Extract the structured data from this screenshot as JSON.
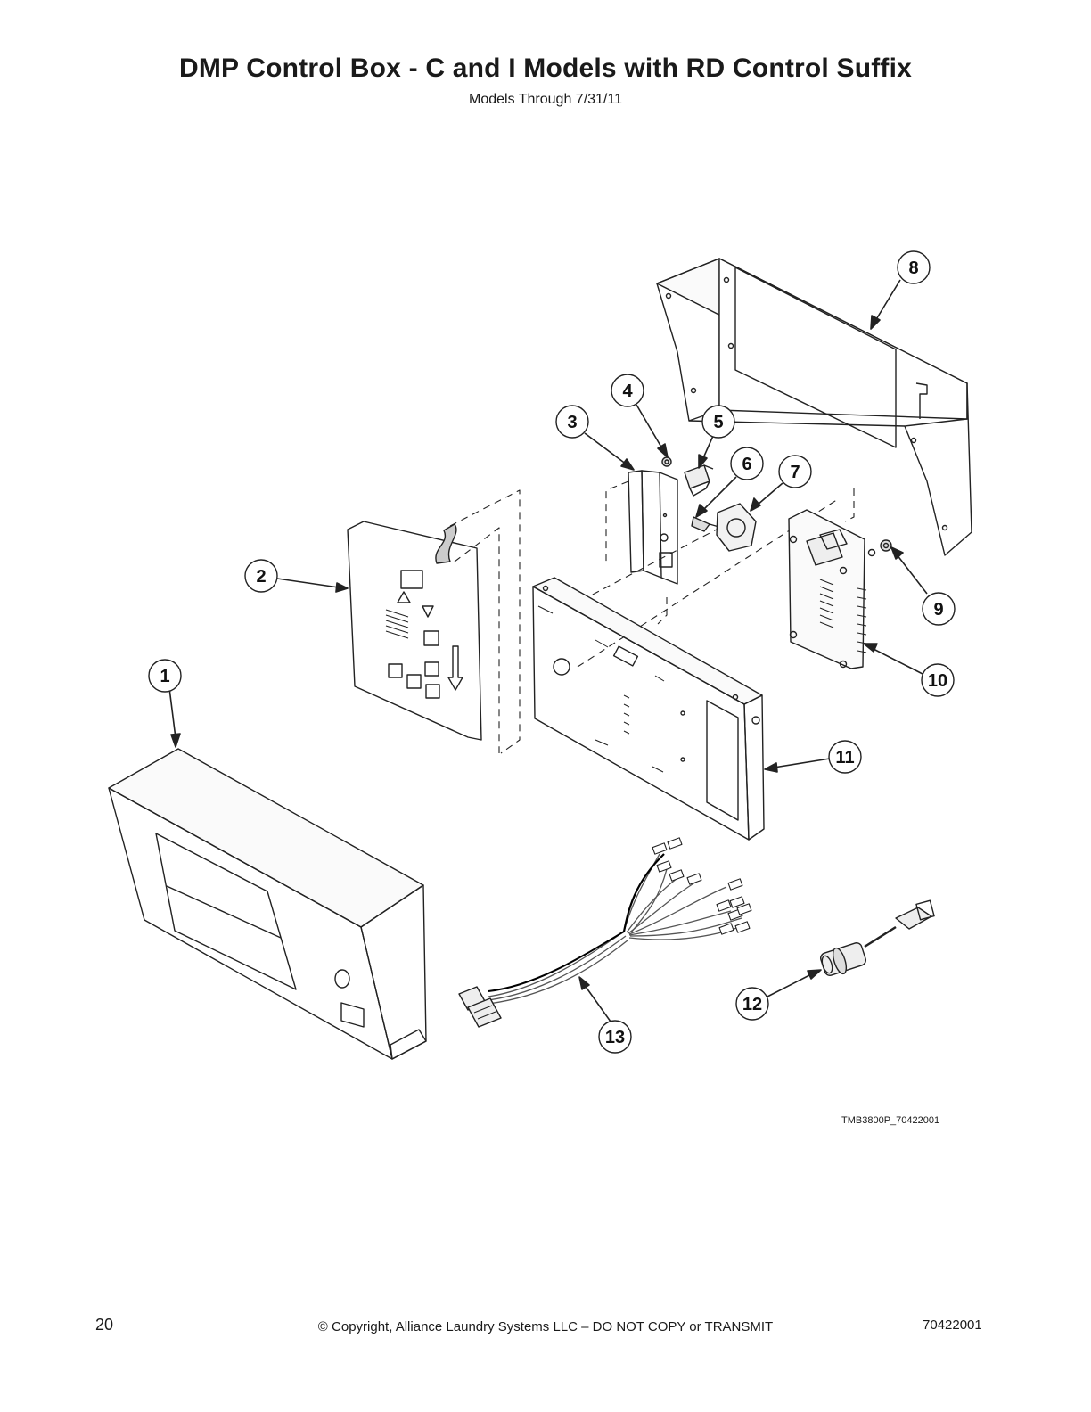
{
  "header": {
    "title": "DMP Control Box - C and I Models with RD Control Suffix",
    "subtitle": "Models Through 7/31/11"
  },
  "callouts": [
    "1",
    "2",
    "3",
    "4",
    "5",
    "6",
    "7",
    "8",
    "9",
    "10",
    "11",
    "12",
    "13"
  ],
  "drawing_id": "TMB3800P_70422001",
  "footer": {
    "page_number": "20",
    "copyright": "© Copyright, Alliance Laundry Systems LLC – DO NOT COPY or TRANSMIT",
    "doc_number": "70422001"
  }
}
